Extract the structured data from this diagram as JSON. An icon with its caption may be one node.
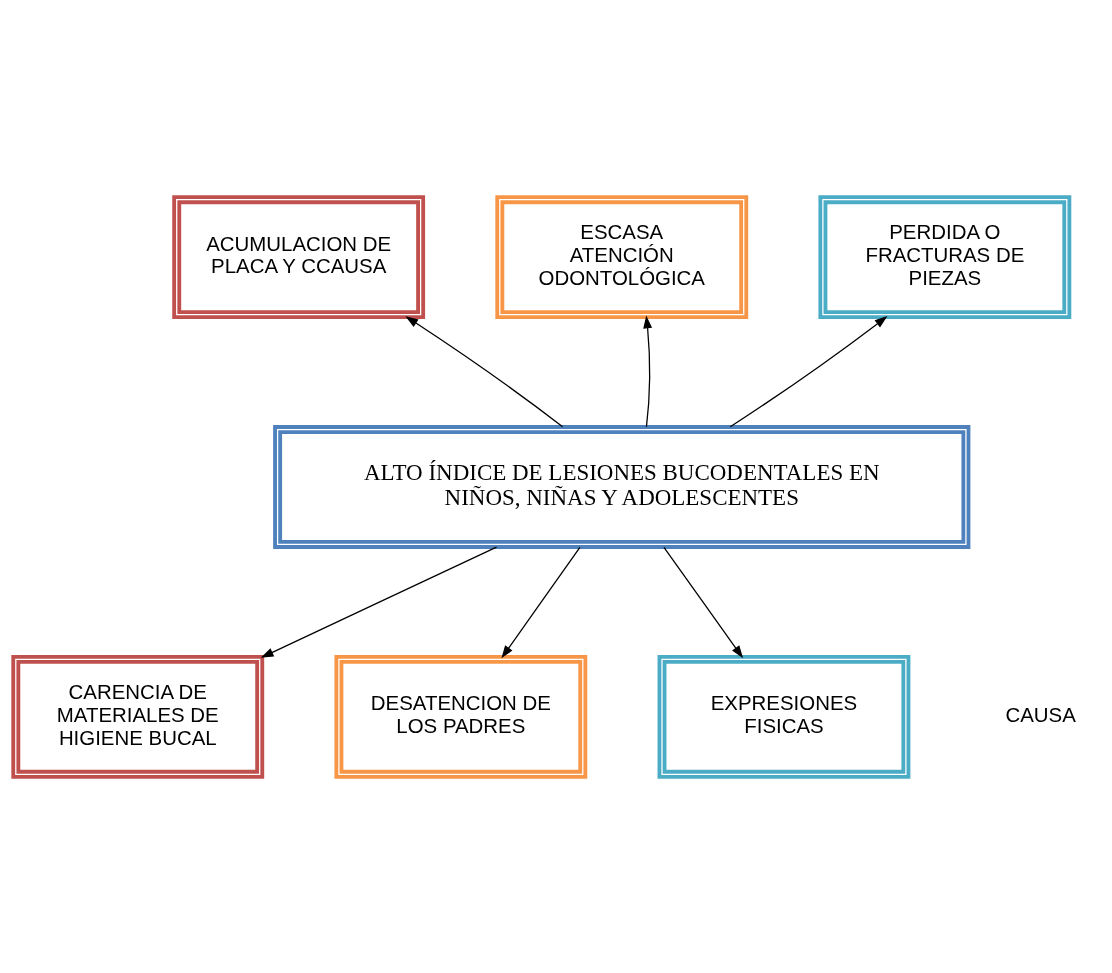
{
  "diagram": {
    "nodes": [
      {
        "text": [
          "ACUMULACION DE PLACA Y CCAUSA"
        ]
      },
      {
        "text": [
          "ESCASA ATENCIÓN ODONTOLÓGICA"
        ]
      },
      {
        "text": [
          "PERDIDA O FRACTURAS DE PIEZAS"
        ]
      },
      {
        "text": [
          "ALTO ÍNDICE DE LESIONES BUCODENTALES EN NIÑOS, NIÑAS Y ADOLESCENTES"
        ]
      },
      {
        "text": [
          "CARENCIA DE MATERIALES DE HIGIENE BUCAL"
        ]
      },
      {
        "text": [
          "DESATENCION DE LOS PADRES"
        ]
      },
      {
        "text": [
          "EXPRESIONES FISICAS"
        ]
      }
    ],
    "edges": [
      {
        "from": 3,
        "to": 0,
        "arrow": "to"
      },
      {
        "from": 3,
        "to": 1,
        "arrow": "to"
      },
      {
        "from": 3,
        "to": 2,
        "arrow": "to"
      },
      {
        "from": 3,
        "to": 4,
        "arrow": "to"
      },
      {
        "from": 3,
        "to": 5,
        "arrow": "to"
      },
      {
        "from": 3,
        "to": 6,
        "arrow": "to"
      }
    ],
    "labels": [
      "CAUSA"
    ]
  }
}
